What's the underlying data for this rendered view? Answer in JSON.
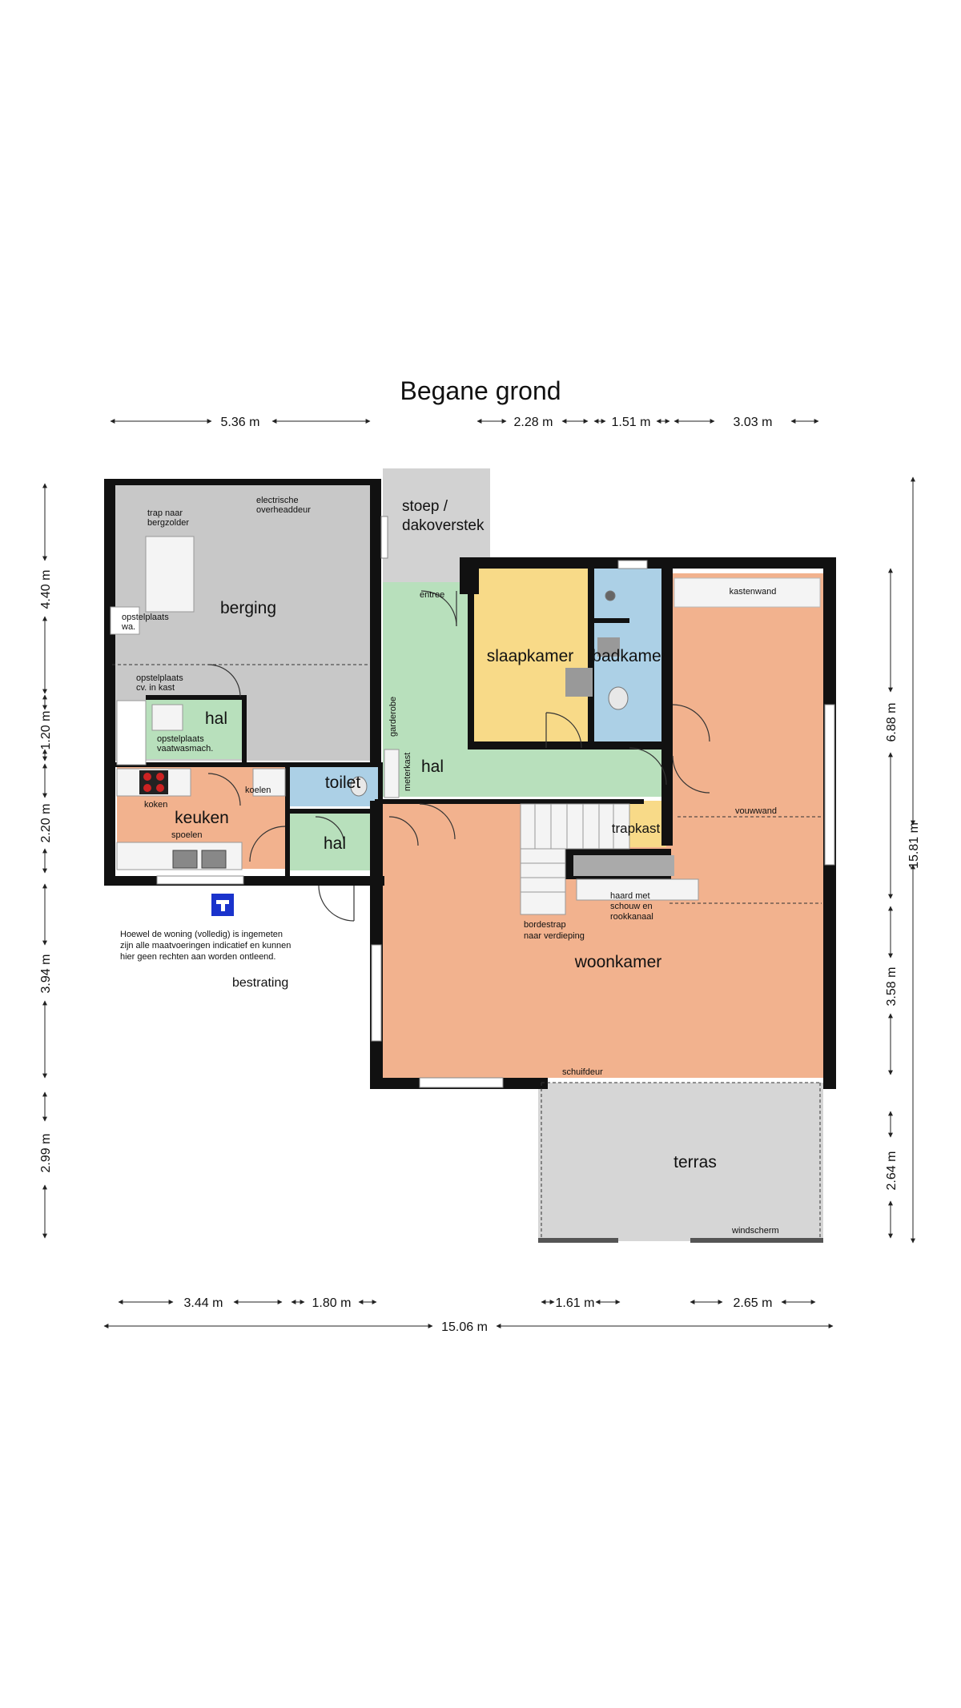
{
  "title": "Begane grond",
  "dimensions": {
    "top": [
      "5.36 m",
      "2.28 m",
      "1.51 m",
      "3.03 m"
    ],
    "bottom": [
      "3.44 m",
      "1.80 m",
      "1.61 m",
      "2.65 m"
    ],
    "total": "15.06 m",
    "left": [
      "4.40 m",
      "1.20 m",
      "2.20 m",
      "3.94 m",
      "2.99 m"
    ],
    "right_inner": [
      "6.88 m",
      "3.58 m",
      "2.64 m"
    ],
    "right_outer": "15.81 m"
  },
  "rooms": {
    "berging": "berging",
    "stoep_line1": "stoep /",
    "stoep_line2": "dakoverstek",
    "slaapkamer": "slaapkamer",
    "badkamer": "badkamer",
    "hal_main": "hal",
    "hal_small": "hal",
    "hal_bottom": "hal",
    "toilet": "toilet",
    "keuken": "keuken",
    "trapkast": "trapkast",
    "woonkamer": "woonkamer",
    "terras": "terras"
  },
  "labels": {
    "trap_1": "trap naar",
    "trap_2": "bergzolder",
    "overhead_1": "electrische",
    "overhead_2": "overheaddeur",
    "opstel_wa_1": "opstelplaats",
    "opstel_wa_2": "wa.",
    "opstel_cv_1": "opstelplaats",
    "opstel_cv_2": "cv. in kast",
    "opstel_vw_1": "opstelplaats",
    "opstel_vw_2": "vaatwasmach.",
    "entree": "entree",
    "garderobe": "garderobe",
    "meterkast": "meterkast",
    "koken": "koken",
    "koelen": "koelen",
    "spoelen": "spoelen",
    "kastenwand": "kastenwand",
    "vouwwand": "vouwwand",
    "bordestrap_1": "bordestrap",
    "bordestrap_2": "naar verdieping",
    "haard_1": "haard met",
    "haard_2": "schouw en",
    "haard_3": "rookkanaal",
    "schuifdeur": "schuifdeur",
    "windscherm": "windscherm",
    "note_1": "Hoewel de woning (volledig) is ingemeten",
    "note_2": "zijn alle maatvoeringen indicatief en kunnen",
    "note_3": "hier geen rechten aan worden ontleend.",
    "bestrating": "bestrating"
  },
  "colors": {
    "grey_room": "#c8c8c8",
    "green_room": "#b8e0bc",
    "yellow_room": "#f8da88",
    "blue_room": "#acd0e6",
    "orange_room": "#f2b28e",
    "terrace": "#d6d6d6",
    "wall": "#111111",
    "tap_icon": "#1a33cc"
  },
  "icons": [
    "tap-icon",
    "stove-icon",
    "sink-icon",
    "toilet-icon"
  ]
}
